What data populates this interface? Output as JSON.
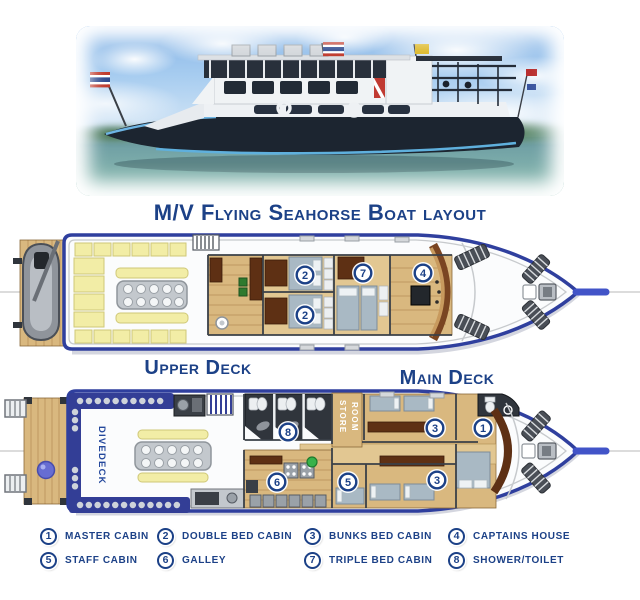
{
  "page": {
    "title": "M/V Flying Seahorse Boat layout"
  },
  "decks": {
    "upper": {
      "label": "Upper Deck",
      "cabins": [
        {
          "num": "2"
        },
        {
          "num": "2"
        },
        {
          "num": "7"
        },
        {
          "num": "4"
        }
      ]
    },
    "main": {
      "label": "Main Deck",
      "divedeck": "DIVEDECK",
      "storeroom": {
        "line1": "STORE",
        "line2": "ROOM"
      },
      "rooms": [
        {
          "num": "8"
        },
        {
          "num": "3"
        },
        {
          "num": "1"
        },
        {
          "num": "5"
        },
        {
          "num": "3"
        },
        {
          "num": "6"
        }
      ]
    }
  },
  "legend": {
    "items": [
      {
        "num": "1",
        "label": "MASTER CABIN"
      },
      {
        "num": "2",
        "label": "DOUBLE BED CABIN"
      },
      {
        "num": "3",
        "label": "BUNKS BED CABIN"
      },
      {
        "num": "4",
        "label": "CAPTAINS HOUSE"
      },
      {
        "num": "5",
        "label": "STAFF CABIN"
      },
      {
        "num": "6",
        "label": "GALLEY"
      },
      {
        "num": "7",
        "label": "TRIPLE BED CABIN"
      },
      {
        "num": "8",
        "label": "SHOWER/TOILET"
      }
    ]
  },
  "colors": {
    "accent_navy": "#1c4187",
    "hull_outline": "#2f3f9e",
    "bowsprit_blue": "#4254c8",
    "cushion_yellow": "#f2eda6",
    "wood": "#d9b87f",
    "bed_gray": "#a9b9c4"
  }
}
